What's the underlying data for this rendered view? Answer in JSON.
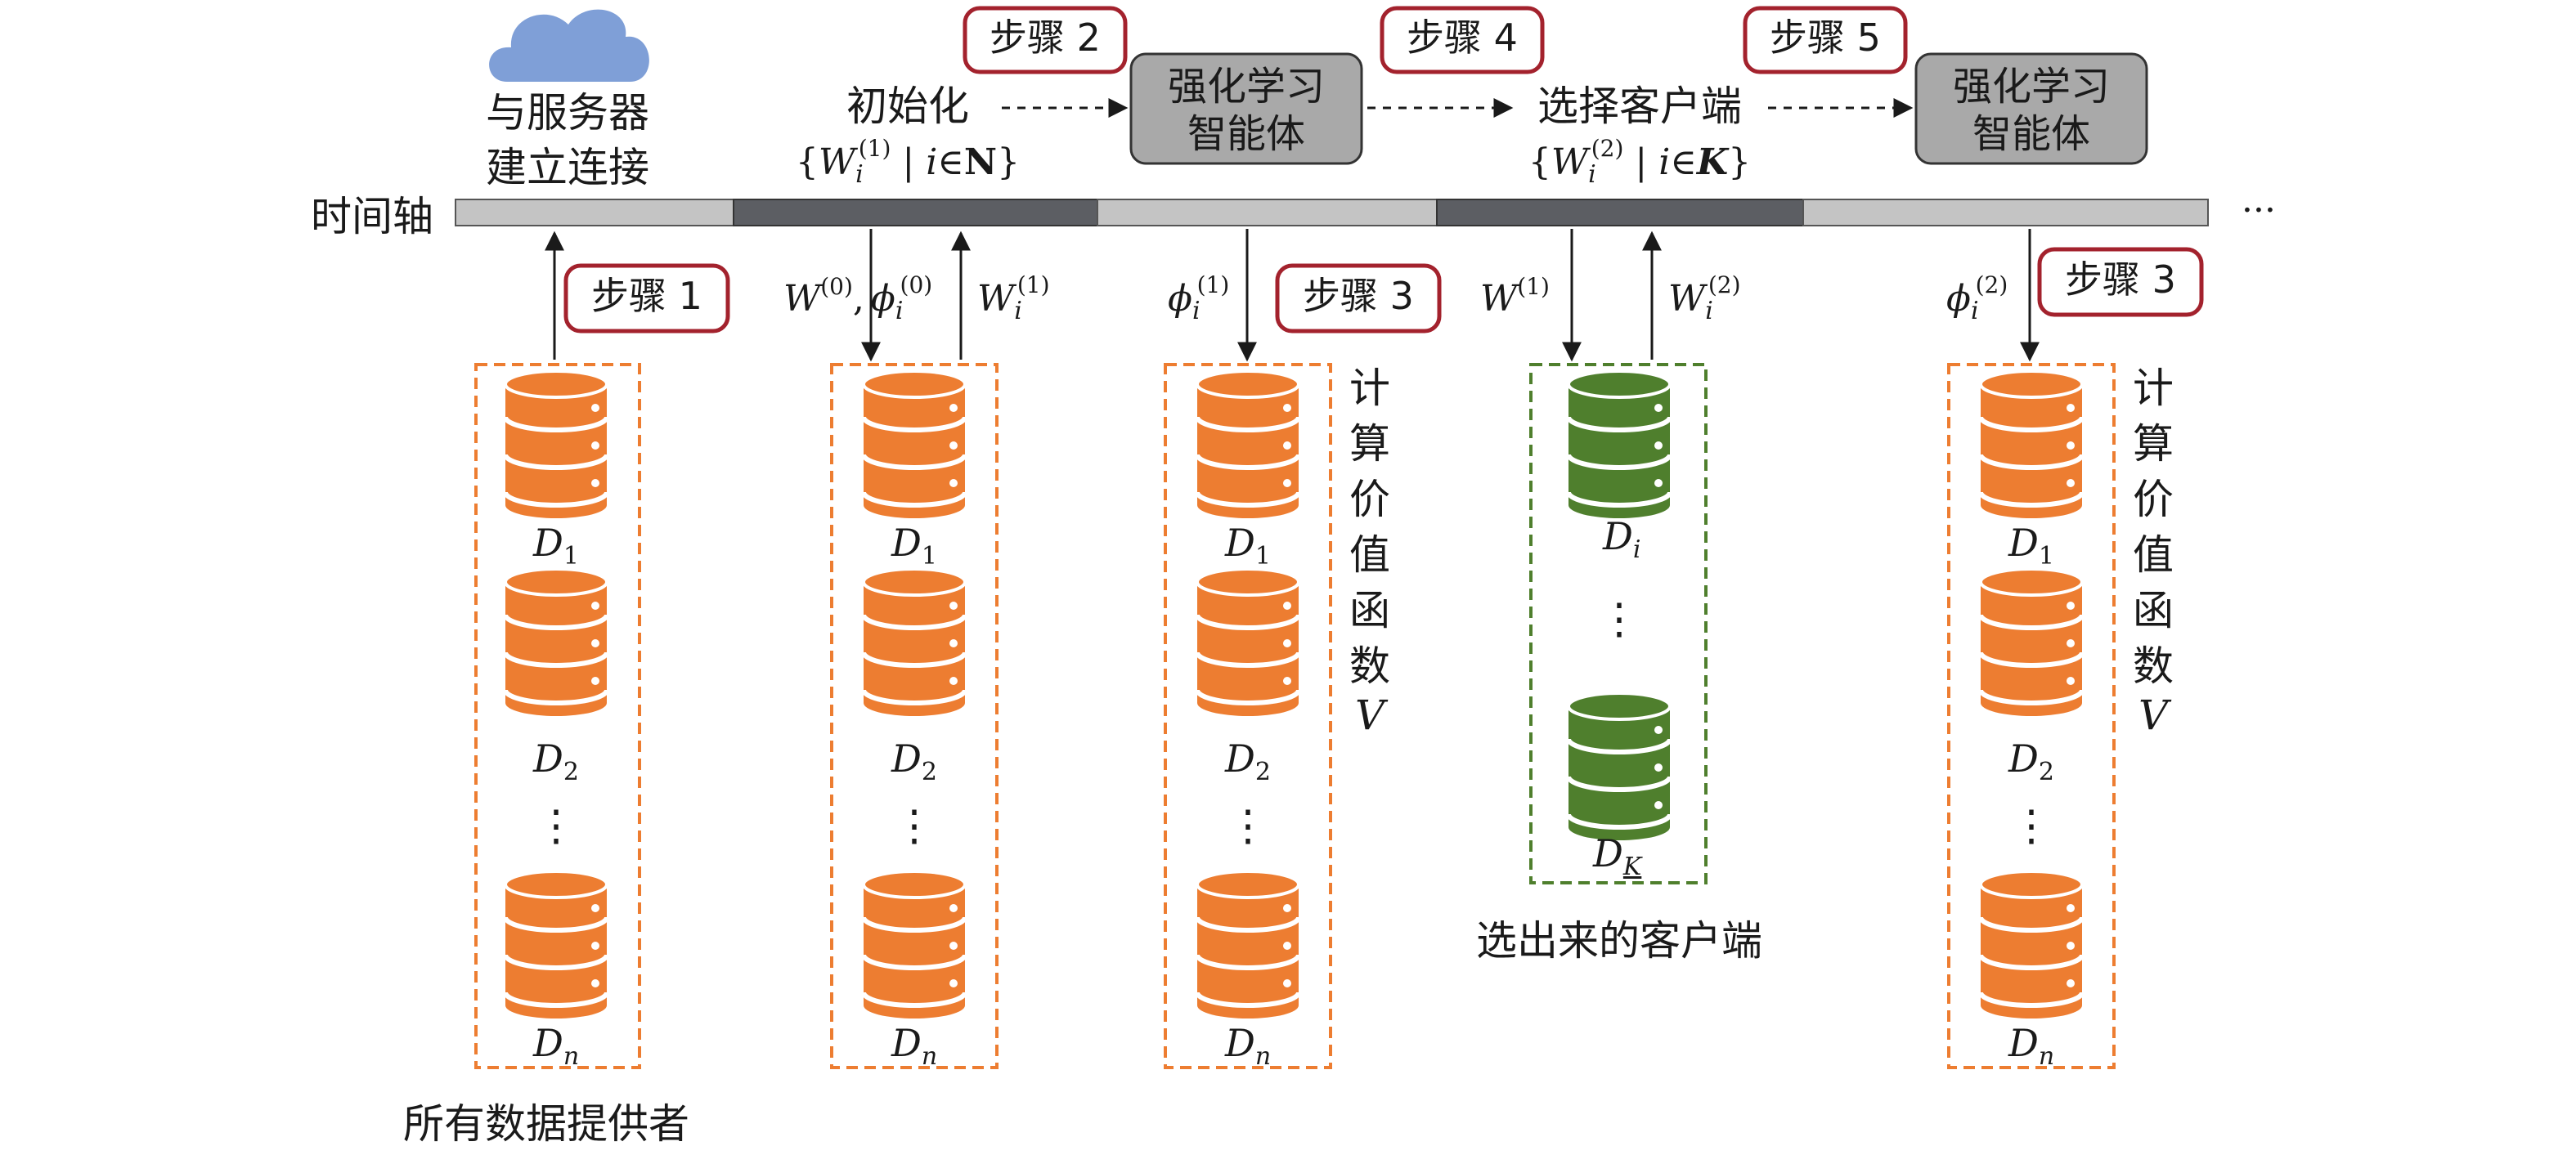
{
  "timeline": {
    "label": "时间轴",
    "continuation": "···"
  },
  "steps": {
    "s1": "步骤 1",
    "s2": "步骤 2",
    "s3a": "步骤 3",
    "s3b": "步骤 3",
    "s4": "步骤 4",
    "s5": "步骤 5"
  },
  "server": {
    "line1": "与服务器",
    "line2": "建立连接"
  },
  "init": {
    "label": "初始化",
    "set_open": "{",
    "W": "W",
    "sub_i": "i",
    "sup_1": "(1)",
    "bar": " | ",
    "i": "i",
    "in": "∈",
    "N": "N",
    "set_close": "}"
  },
  "select": {
    "label": "选择客户端",
    "set_open": "{",
    "W": "W",
    "sub_i": "i",
    "sup_2": "(2)",
    "bar": " | ",
    "i": "i",
    "in": "∈",
    "K": "K",
    "set_close": "}"
  },
  "agent": {
    "line1": "强化学习",
    "line2": "智能体"
  },
  "arrows": {
    "w0": "W",
    "w0_sup": "(0)",
    "comma": ",",
    "phi": "ϕ",
    "sub_i": "i",
    "sup_0": "(0)",
    "sup_1": "(1)",
    "sup_2": "(2)",
    "W": "W",
    "w1_sup": "(1)"
  },
  "db_labels": {
    "D": "D",
    "sub_1": "1",
    "sub_2": "2",
    "sub_n": "n",
    "sub_i": "i",
    "sub_K": "K",
    "dots": "⋮"
  },
  "value_fn": {
    "chars": [
      "计",
      "算",
      "价",
      "值",
      "函",
      "数"
    ],
    "V": "V"
  },
  "captions": {
    "all_providers": "所有数据提供者",
    "selected": "选出来的客户端"
  },
  "colors": {
    "orange": "#ed7d31",
    "green": "#4f7f2d",
    "step_border": "#a3222d",
    "agent_fill": "#a9a9a9",
    "cloud": "#7f9fd7",
    "tl_light": "#c4c4c4",
    "tl_dark": "#5c5e63"
  }
}
